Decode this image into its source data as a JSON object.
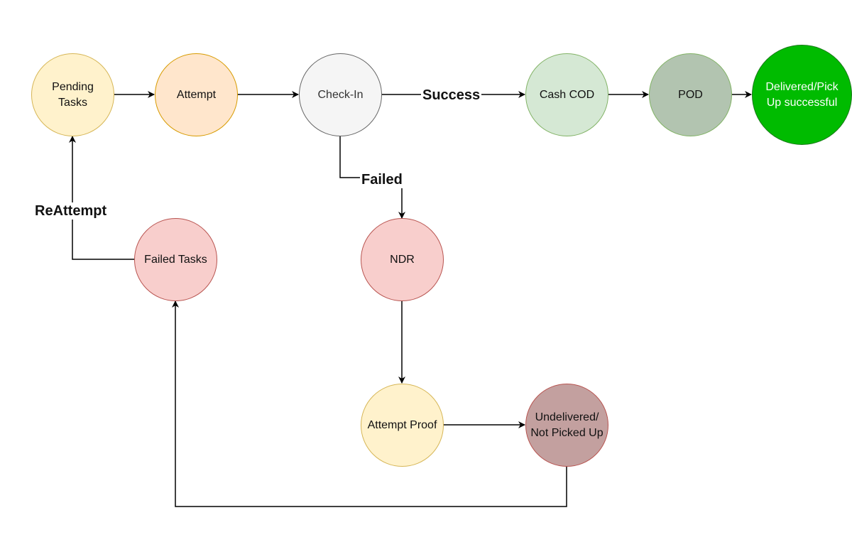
{
  "nodes": {
    "pending": {
      "label": "Pending\nTasks",
      "fill": "#FFF2CC",
      "stroke": "#D6B656",
      "text_color": "#111111"
    },
    "attempt": {
      "label": "Attempt",
      "fill": "#FFE6CC",
      "stroke": "#D79B00",
      "text_color": "#111111"
    },
    "checkin": {
      "label": "Check-In",
      "fill": "#F5F5F5",
      "stroke": "#666666",
      "text_color": "#333333"
    },
    "cashcod": {
      "label": "Cash COD",
      "fill": "#D5E8D4",
      "stroke": "#82B366",
      "text_color": "#111111"
    },
    "pod": {
      "label": "POD",
      "fill": "#B2C4B0",
      "stroke": "#82B366",
      "text_color": "#111111"
    },
    "delivered": {
      "label": "Delivered/Pick\nUp successful",
      "fill": "#00BB00",
      "stroke": "#1A7A1A",
      "text_color": "#FFFFFF"
    },
    "failedtasks": {
      "label": "Failed Tasks",
      "fill": "#F8CECC",
      "stroke": "#B85450",
      "text_color": "#111111"
    },
    "ndr": {
      "label": "NDR",
      "fill": "#F8CECC",
      "stroke": "#B85450",
      "text_color": "#111111"
    },
    "attemptproof": {
      "label": "Attempt Proof",
      "fill": "#FFF2CC",
      "stroke": "#D6B656",
      "text_color": "#111111"
    },
    "undelivered": {
      "label": "Undelivered/\nNot Picked Up",
      "fill": "#C3A09F",
      "stroke": "#B85450",
      "text_color": "#111111"
    }
  },
  "edge_labels": {
    "success": "Success",
    "failed": "Failed",
    "reattempt": "ReAttempt"
  },
  "edge_color": "#000000"
}
